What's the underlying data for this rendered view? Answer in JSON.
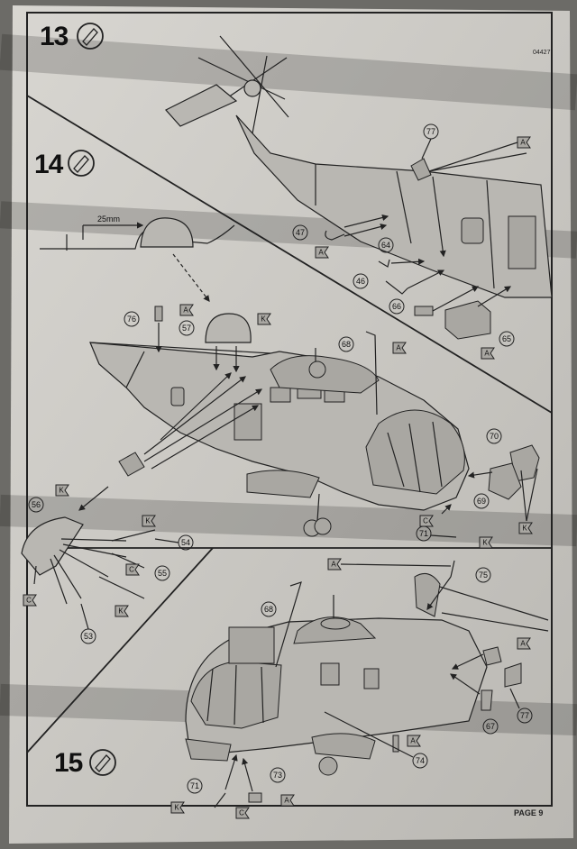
{
  "doc_code": "04427",
  "page_label": "PAGE 9",
  "steps": [
    {
      "number": "13",
      "icon": "glue-tube-icon"
    },
    {
      "number": "14",
      "icon": "glue-tube-icon"
    },
    {
      "number": "15",
      "icon": "glue-tube-icon"
    }
  ],
  "dimension": "25mm",
  "flags": {
    "A": "A",
    "K": "K",
    "C": "C"
  },
  "parts": {
    "p46": "46",
    "p47": "47",
    "p53": "53",
    "p54": "54",
    "p55": "55",
    "p56": "56",
    "p57": "57",
    "p64": "64",
    "p65": "65",
    "p66": "66",
    "p67": "67",
    "p68": "68",
    "p69": "69",
    "p70": "70",
    "p71": "71",
    "p73": "73",
    "p74": "74",
    "p75": "75",
    "p76": "76",
    "p77": "77"
  }
}
